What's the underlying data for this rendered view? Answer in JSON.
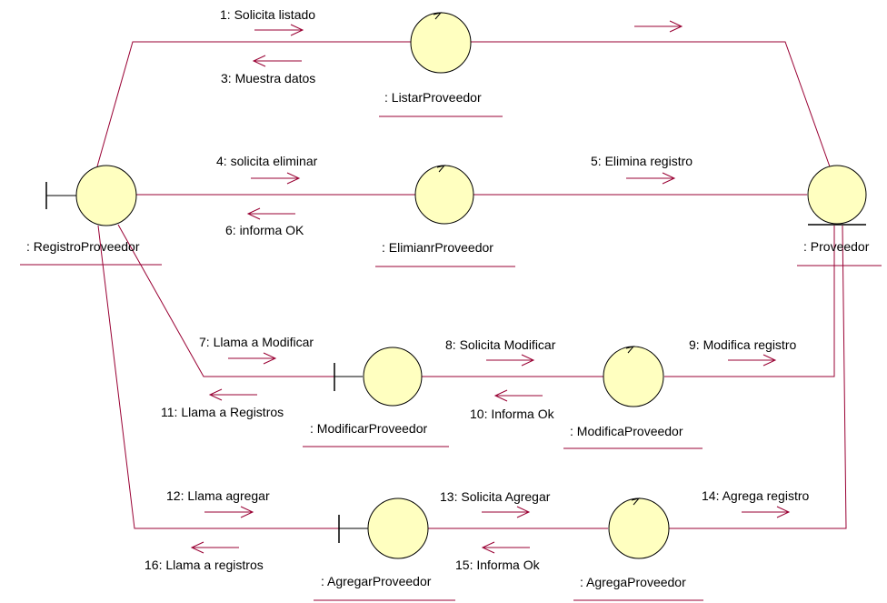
{
  "colors": {
    "link_line": "#990033",
    "object_fill": "#ffffc0",
    "object_stroke": "#000000",
    "text": "#000000"
  },
  "objects": {
    "registro_proveedor": {
      "label": ": RegistroProveedor",
      "kind": "boundary"
    },
    "listar_proveedor": {
      "label": ": ListarProveedor",
      "kind": "control"
    },
    "eliminar_proveedor": {
      "label": ": ElimianrProveedor",
      "kind": "control"
    },
    "proveedor": {
      "label": ": Proveedor",
      "kind": "entity"
    },
    "modificar_proveedor": {
      "label": ": ModificarProveedor",
      "kind": "boundary"
    },
    "modifica_proveedor": {
      "label": ": ModificaProveedor",
      "kind": "control"
    },
    "agregar_proveedor": {
      "label": ": AgregarProveedor",
      "kind": "boundary"
    },
    "agrega_proveedor": {
      "label": ": AgregaProveedor",
      "kind": "control"
    }
  },
  "messages": {
    "m1": "1: Solicita listado",
    "m3": "3: Muestra datos",
    "m4": "4: solicita eliminar",
    "m5": "5: Elimina registro",
    "m6": "6: informa OK",
    "m7": "7: Llama a Modificar",
    "m8": "8: Solicita Modificar",
    "m9": "9: Modifica registro",
    "m10": "10: Informa Ok",
    "m11": "11: Llama a Registros",
    "m12": "12: Llama agregar",
    "m13": "13: Solicita Agregar",
    "m14": "14: Agrega registro",
    "m15": "15: Informa  Ok",
    "m16": "16: Llama a registros"
  }
}
